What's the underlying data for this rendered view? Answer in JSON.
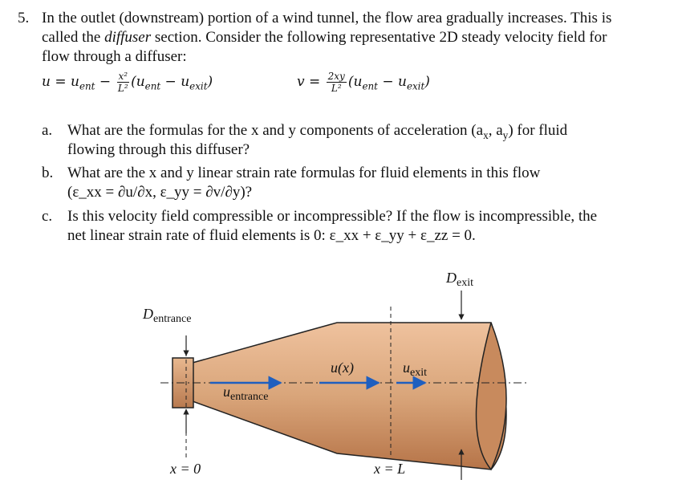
{
  "problem": {
    "number": "5.",
    "line1": "In the outlet (downstream) portion of a wind tunnel, the flow area gradually increases. This is",
    "line2_pre": "called the ",
    "line2_em": "diffuser",
    "line2_post": " section. Consider the following representative 2D steady velocity field for",
    "line3": "flow through a diffuser:"
  },
  "equations": {
    "u_lhs": "u = u",
    "u_ent": "ent",
    "u_minus": " − ",
    "u_frac_num": "x²",
    "u_frac_den": "L²",
    "u_paren_open": "(u",
    "u_ent2": "ent",
    "u_minus2": " − u",
    "u_exit": "exit",
    "u_paren_close": ")",
    "v_lhs": "v = ",
    "v_frac_num": "2xy",
    "v_frac_den": "L²",
    "v_paren_open": "(u",
    "v_ent": "ent",
    "v_minus": " − u",
    "v_exit": "exit",
    "v_paren_close": ")"
  },
  "questions": [
    {
      "letter": "a.",
      "line1": "What are the formulas for the x and y components of acceleration (a",
      "line1_sub_x": "x",
      "line1_mid": ", a",
      "line1_sub_y": "y",
      "line1_end": ") for fluid",
      "line2": "flowing through this diffuser?"
    },
    {
      "letter": "b.",
      "line1": "What are the x and y linear strain rate formulas for fluid elements in this flow",
      "line2": "(ε_xx = ∂u/∂x, ε_yy = ∂v/∂y)?"
    },
    {
      "letter": "c.",
      "line1": "Is this velocity field compressible or incompressible? If the flow is incompressible, the",
      "line2": "net linear strain rate of fluid elements is 0: ε_xx + ε_yy + ε_zz = 0."
    }
  ],
  "diagram": {
    "d_exit_main": "D",
    "d_exit_sub": "exit",
    "d_entrance_main": "D",
    "d_entrance_sub": "entrance",
    "u_x": "u(x)",
    "u_exit_main": "u",
    "u_exit_sub": "exit",
    "u_entrance_main": "u",
    "u_entrance_sub": "entrance",
    "x_zero": "x = 0",
    "x_L": "x = L",
    "colors": {
      "body_top": "#efc29e",
      "body_mid": "#d9a57a",
      "body_bottom": "#b67448",
      "outline": "#222222",
      "arrow": "#1f5fbf"
    }
  }
}
